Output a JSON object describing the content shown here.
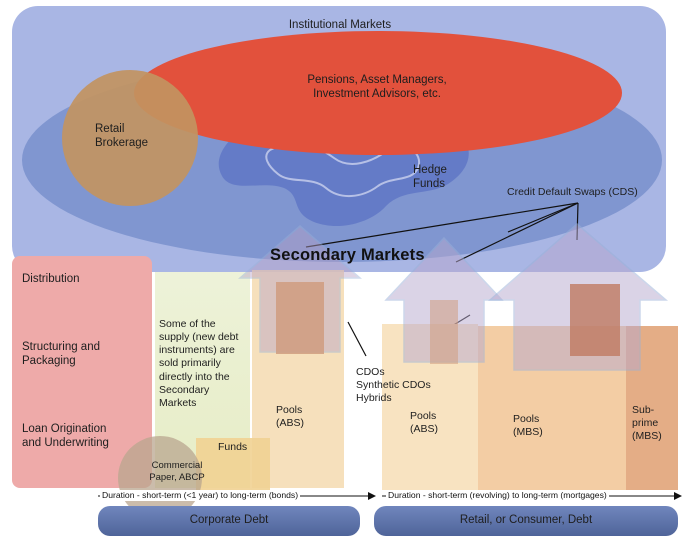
{
  "institutional": {
    "title": "Institutional Markets",
    "pensions": "Pensions, Asset Managers,\nInvestment Advisors, etc.",
    "retail_brokerage": "Retail\nBrokerage",
    "hedge_funds": "Hedge\nFunds",
    "cds": "Credit Default Swaps (CDS)",
    "secondary_markets": "Secondary Markets"
  },
  "stages": {
    "distribution": "Distribution",
    "structuring": "Structuring and\nPackaging",
    "origination": "Loan Origination\nand Underwriting"
  },
  "corporate": {
    "supply_note": "Some of the\nsupply (new debt\ninstruments) are\nsold primarily\ndirectly into the\nSecondary\nMarkets",
    "pools_abs": "Pools\n(ABS)",
    "funds": "Funds",
    "commercial_paper": "Commercial\nPaper, ABCP",
    "duration": "Duration - short-term (<1 year) to long-term (bonds)",
    "label": "Corporate Debt"
  },
  "cdos": "CDOs\nSynthetic CDOs\nHybrids",
  "consumer": {
    "pools_abs": "Pools\n(ABS)",
    "pools_mbs": "Pools\n(MBS)",
    "subprime": "Sub-\nprime\n(MBS)",
    "duration": "Duration - short-term (revolving) to long-term (mortgages)",
    "label": "Retail, or Consumer, Debt"
  },
  "colors": {
    "institutional_bg": "#a7b5e4",
    "institutional_ellipse": "#7d93cf",
    "pensions_ellipse": "#e2503c",
    "retail_circle": "#bf9463",
    "stages_panel": "#eeaaa9",
    "column_green": "#dde8b6",
    "column_tan": "#f3d7a7",
    "pools_peach": "#f6dcb8",
    "pools_tan": "#eab88e",
    "arrow_fill": "#d5a386",
    "arrow_dark": "#bd7a62",
    "pill": "#5a6fa6"
  }
}
